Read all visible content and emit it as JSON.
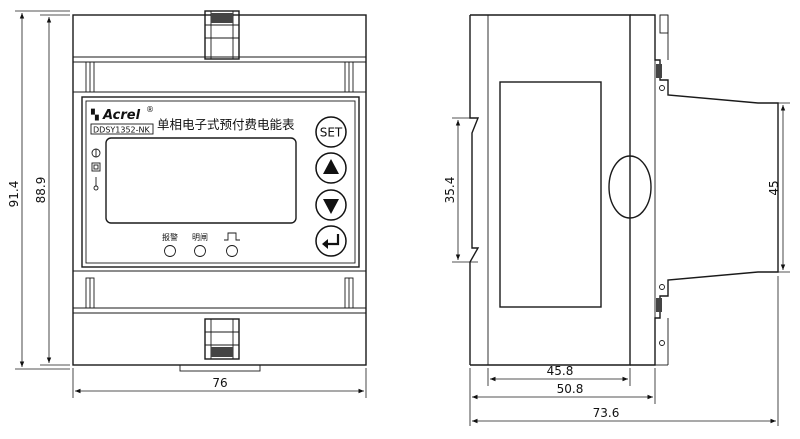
{
  "front_view": {
    "brand": "Acrel",
    "registered_mark": "®",
    "product_title": "单相电子式预付费电能表",
    "model": "DDSY1352-NK",
    "buttons": {
      "set": "SET"
    },
    "indicators": {
      "alarm": "报警",
      "lighting": "明闸"
    },
    "dimensions": {
      "height_outer": "91.4",
      "height_inner": "88.9",
      "width": "76"
    }
  },
  "side_view": {
    "dimensions": {
      "rail_height": "35.4",
      "module_height": "45",
      "depth_1": "45.8",
      "depth_2": "50.8",
      "depth_3": "73.6"
    }
  }
}
